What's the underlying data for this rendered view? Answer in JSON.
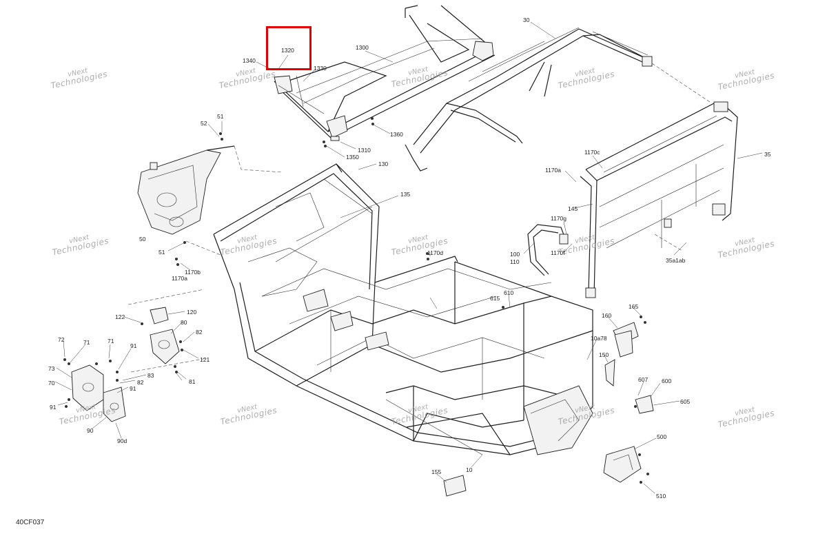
{
  "diagram": {
    "drawing_code": "40CF037",
    "watermark": {
      "line1": "vNext",
      "line2": "Technologies"
    },
    "callouts": [
      {
        "id": "c1300",
        "text": "1300"
      },
      {
        "id": "c1320",
        "text": "1320"
      },
      {
        "id": "c1340",
        "text": "1340"
      },
      {
        "id": "c1330",
        "text": "1330"
      },
      {
        "id": "c1360",
        "text": "1360"
      },
      {
        "id": "c1310",
        "text": "1310"
      },
      {
        "id": "c1350",
        "text": "1350"
      },
      {
        "id": "c30",
        "text": "30"
      },
      {
        "id": "c35",
        "text": "35"
      },
      {
        "id": "c1170c",
        "text": "1170c"
      },
      {
        "id": "c1170a_r",
        "text": "1170a"
      },
      {
        "id": "c145",
        "text": "145"
      },
      {
        "id": "c1170g",
        "text": "1170g"
      },
      {
        "id": "c100",
        "text": "100"
      },
      {
        "id": "c110",
        "text": "110"
      },
      {
        "id": "c1170f",
        "text": "1170f"
      },
      {
        "id": "c35a1ab",
        "text": "35a1ab"
      },
      {
        "id": "c51a",
        "text": "51"
      },
      {
        "id": "c52",
        "text": "52"
      },
      {
        "id": "c130",
        "text": "130"
      },
      {
        "id": "c135",
        "text": "135"
      },
      {
        "id": "c50",
        "text": "50"
      },
      {
        "id": "c51b",
        "text": "51"
      },
      {
        "id": "c1170b",
        "text": "1170b"
      },
      {
        "id": "c1170a_l",
        "text": "1170a"
      },
      {
        "id": "c1170d",
        "text": "1170d"
      },
      {
        "id": "c120",
        "text": "120"
      },
      {
        "id": "c122",
        "text": "122"
      },
      {
        "id": "c80",
        "text": "80"
      },
      {
        "id": "c82a",
        "text": "82"
      },
      {
        "id": "c121",
        "text": "121"
      },
      {
        "id": "c72",
        "text": "72"
      },
      {
        "id": "c71a",
        "text": "71"
      },
      {
        "id": "c71b",
        "text": "71"
      },
      {
        "id": "c91a",
        "text": "91"
      },
      {
        "id": "c73",
        "text": "73"
      },
      {
        "id": "c83",
        "text": "83"
      },
      {
        "id": "c82b",
        "text": "82"
      },
      {
        "id": "c81",
        "text": "81"
      },
      {
        "id": "c70",
        "text": "70"
      },
      {
        "id": "c91b",
        "text": "91"
      },
      {
        "id": "c91c",
        "text": "91"
      },
      {
        "id": "c90",
        "text": "90"
      },
      {
        "id": "c90d",
        "text": "90d"
      },
      {
        "id": "c615",
        "text": "615"
      },
      {
        "id": "c610",
        "text": "610"
      },
      {
        "id": "c165",
        "text": "165"
      },
      {
        "id": "c160",
        "text": "160"
      },
      {
        "id": "c10a78",
        "text": "10a78"
      },
      {
        "id": "c150",
        "text": "150"
      },
      {
        "id": "c607",
        "text": "607"
      },
      {
        "id": "c600",
        "text": "600"
      },
      {
        "id": "c605",
        "text": "605"
      },
      {
        "id": "c500",
        "text": "500"
      },
      {
        "id": "c510",
        "text": "510"
      },
      {
        "id": "c10",
        "text": "10"
      },
      {
        "id": "c155",
        "text": "155"
      }
    ]
  },
  "colors": {
    "line": "#1c1c1c",
    "highlight": "#e00000",
    "watermark": "#9a9a9a"
  }
}
